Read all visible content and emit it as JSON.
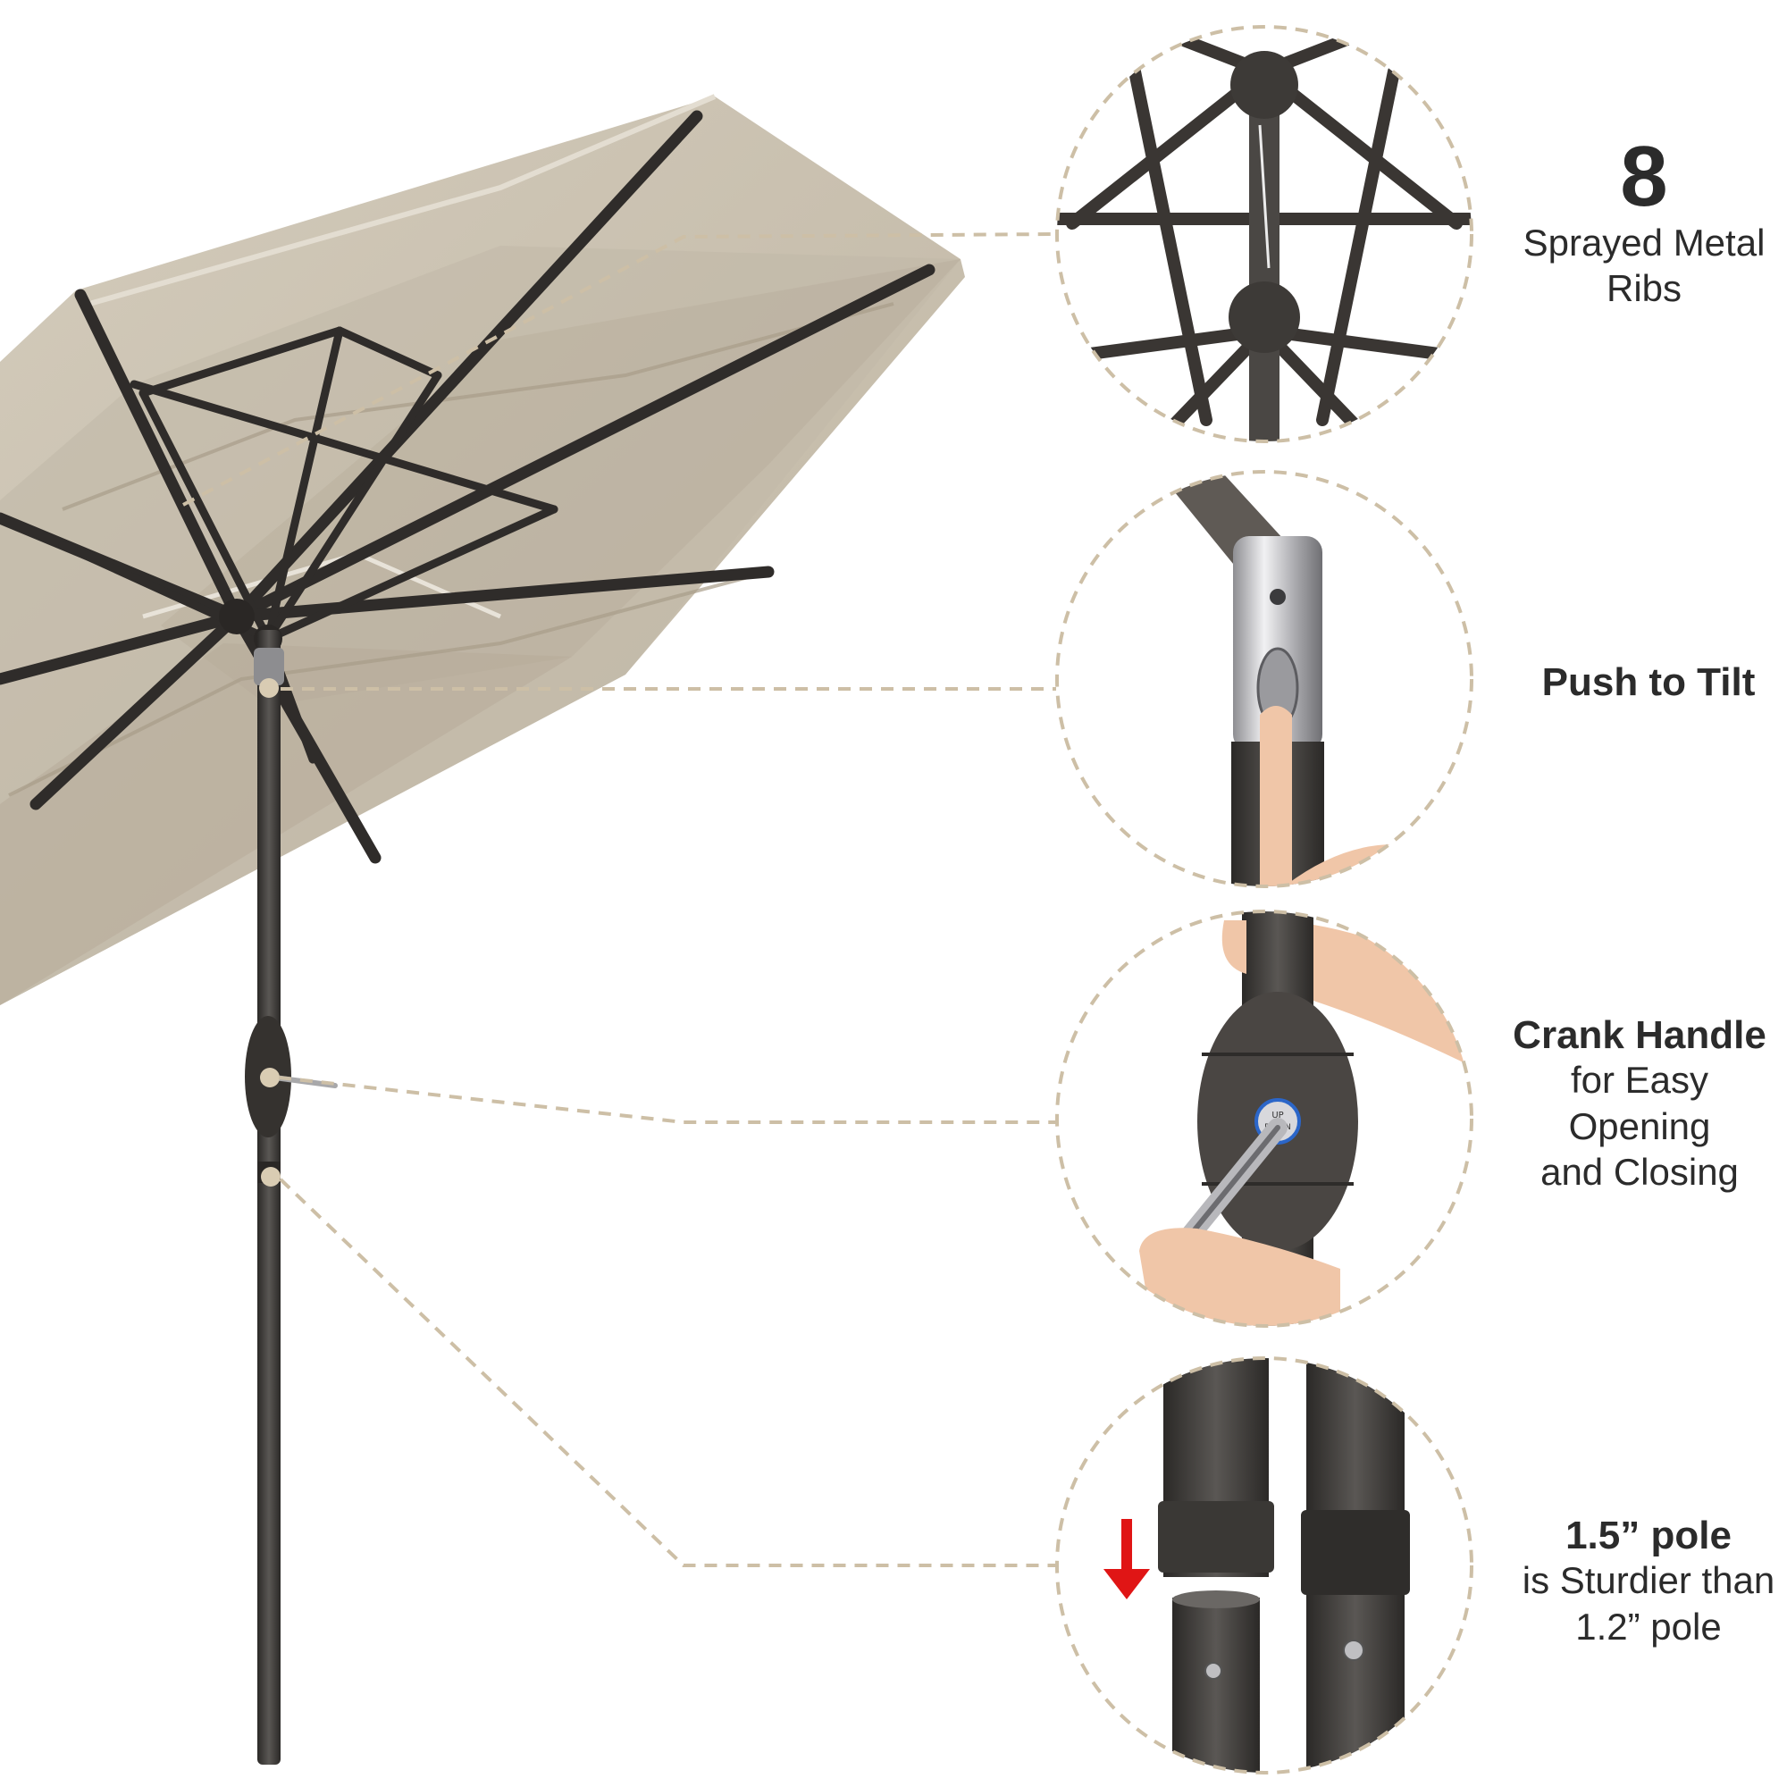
{
  "features": [
    {
      "id": "ribs",
      "number": "8",
      "text_lines": [
        "Sprayed Metal",
        "Ribs"
      ]
    },
    {
      "id": "tilt",
      "title": "Push to Tilt"
    },
    {
      "id": "crank",
      "title": "Crank Handle",
      "text_lines": [
        "for Easy",
        "Opening",
        "and Closing"
      ]
    },
    {
      "id": "pole",
      "title": "1.5” pole",
      "text_lines": [
        "is Sturdier than",
        "1.2” pole"
      ]
    }
  ],
  "pole_markings": {
    "up": "UP",
    "down": "DOWN"
  },
  "colors": {
    "canopy": "#c9c1b1",
    "canopy_shade": "#b8ae9c",
    "frame": "#2f2c2a",
    "pole": "#3c3a38",
    "dashed_line": "#cdbfa6",
    "arrow": "#e01515",
    "skin": "#f0c6a8",
    "chrome": "#c9c9cc"
  },
  "icons": [
    "umbrella-canopy",
    "callout-circle",
    "down-arrow-icon"
  ]
}
